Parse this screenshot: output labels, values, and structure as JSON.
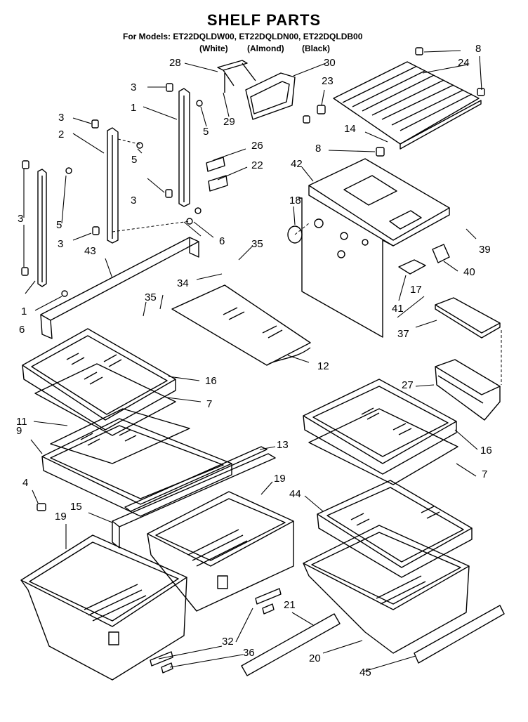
{
  "header": {
    "title": "SHELF PARTS",
    "models": "For Models: ET22DQLDW00, ET22DQLDN00, ET22DQLDB00",
    "colors": [
      "(White)",
      "(Almond)",
      "(Black)"
    ]
  },
  "callouts": [
    "28",
    "30",
    "8",
    "24",
    "23",
    "3",
    "1",
    "29",
    "5",
    "14",
    "3",
    "2",
    "26",
    "8",
    "22",
    "42",
    "5",
    "3",
    "18",
    "3",
    "6",
    "35",
    "39",
    "5",
    "3",
    "43",
    "34",
    "40",
    "35",
    "41",
    "17",
    "1",
    "37",
    "6",
    "12",
    "16",
    "27",
    "7",
    "11",
    "9",
    "13",
    "16",
    "19",
    "7",
    "4",
    "44",
    "15",
    "19",
    "21",
    "32",
    "36",
    "20",
    "45"
  ]
}
